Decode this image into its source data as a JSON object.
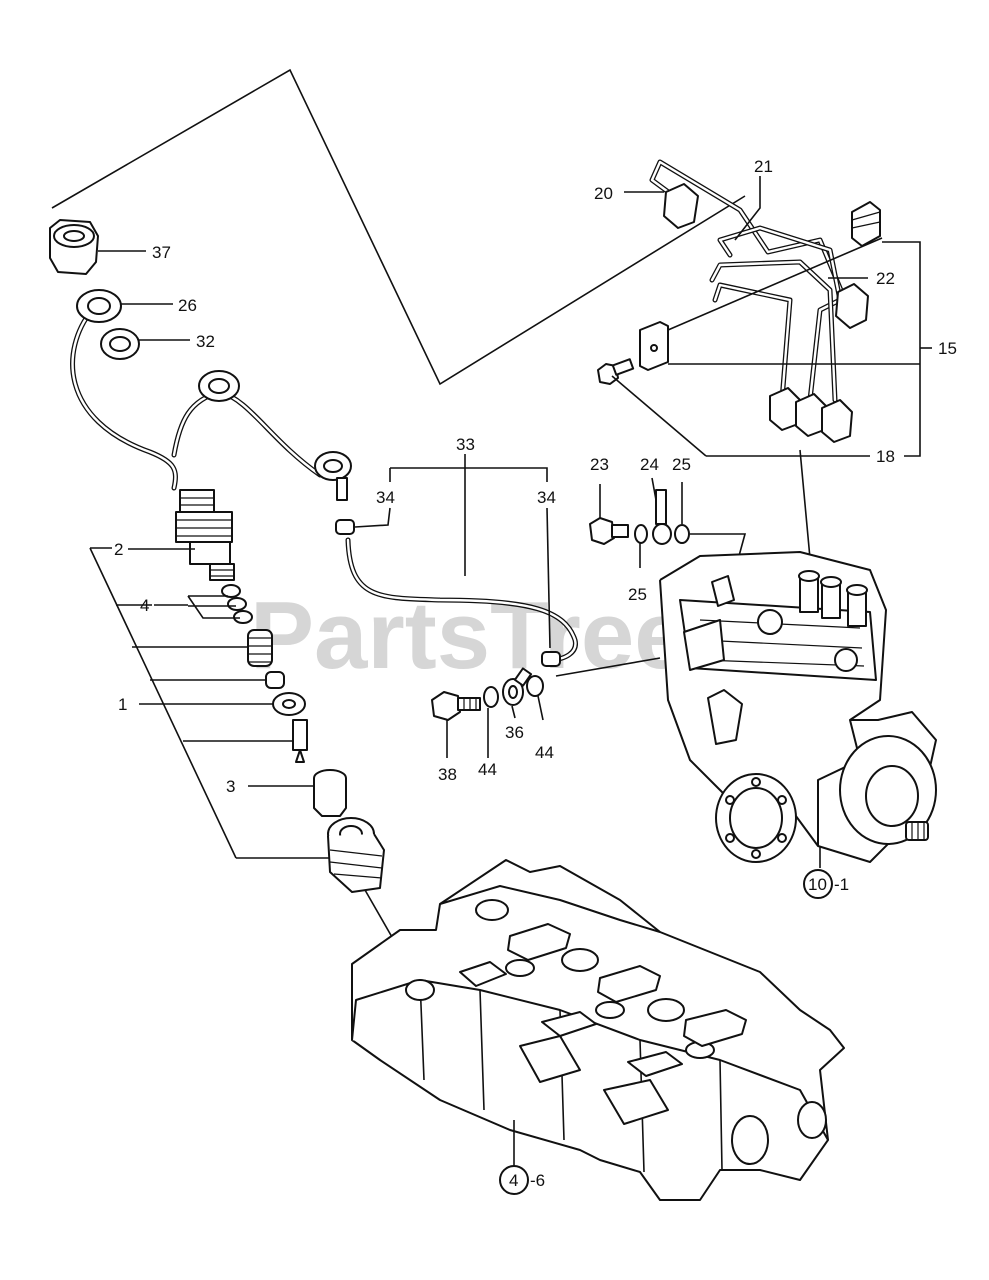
{
  "watermark": "PartsTree",
  "colors": {
    "ink": "#111111",
    "paper": "#ffffff",
    "watermark": "#d6d6d6"
  },
  "callouts": {
    "c37": "37",
    "c26": "26",
    "c32": "32",
    "c2": "2",
    "c4": "4",
    "c1": "1",
    "c3": "3",
    "c33": "33",
    "c34a": "34",
    "c34b": "34",
    "c38": "38",
    "c44a": "44",
    "c36": "36",
    "c44b": "44",
    "c23": "23",
    "c24": "24",
    "c25a": "25",
    "c25b": "25",
    "c20": "20",
    "c21": "21",
    "c22": "22",
    "c15": "15",
    "c18": "18"
  },
  "references": {
    "pump": {
      "circle": "10",
      "suffix": "-1"
    },
    "head": {
      "circle": "4",
      "suffix": "-6"
    }
  }
}
